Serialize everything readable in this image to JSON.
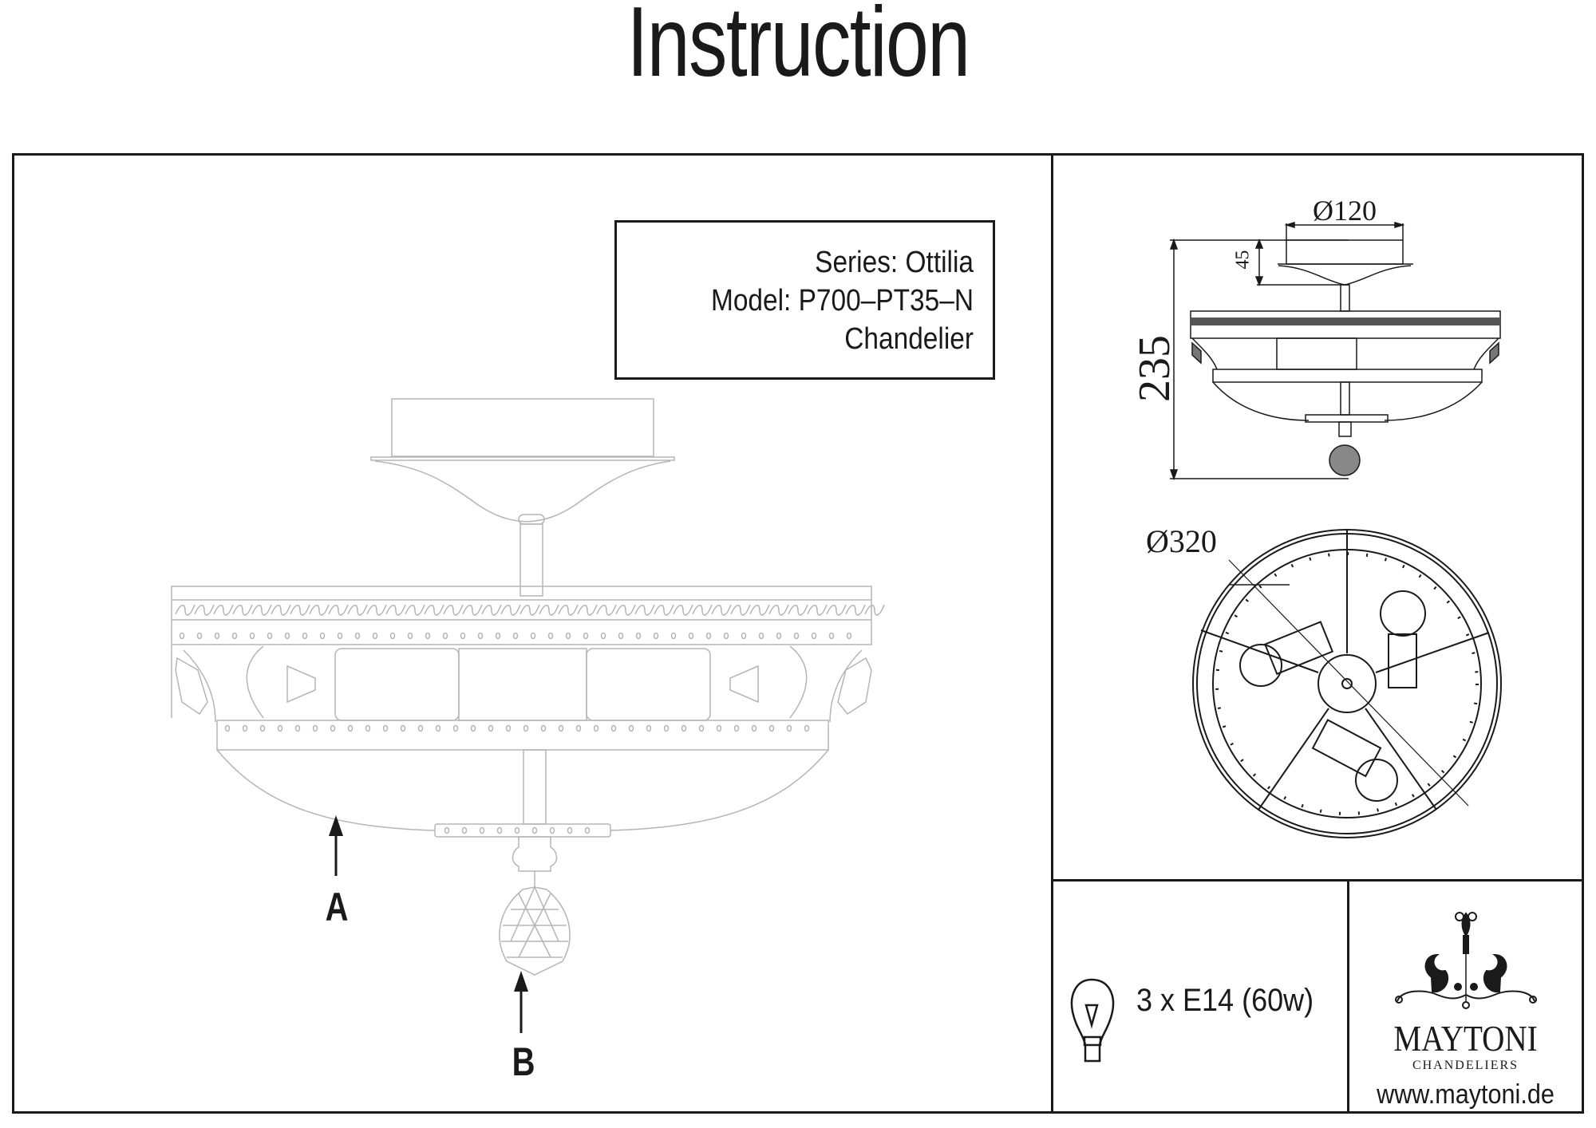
{
  "header": {
    "title": "Instruction"
  },
  "product": {
    "series": "Series: Ottilia",
    "model": "Model: P700–PT35–N",
    "type": "Chandelier"
  },
  "callouts": {
    "a": "A",
    "b": "B"
  },
  "dimensions": {
    "canopy_diameter": "Ø120",
    "canopy_height": "45",
    "total_height": "235",
    "diameter": "Ø320"
  },
  "lamp_spec": {
    "icon": "light-bulb-icon",
    "text": "3 x E14 (60w)"
  },
  "brand": {
    "logo_icon": "chandelier-ornament-icon",
    "name": "MAYTONI",
    "subtitle": "CHANDELIERS",
    "url": "www.maytoni.de"
  },
  "colors": {
    "line": "#1a1a1a",
    "drawing_line": "#b5b5b5",
    "background": "#ffffff"
  }
}
